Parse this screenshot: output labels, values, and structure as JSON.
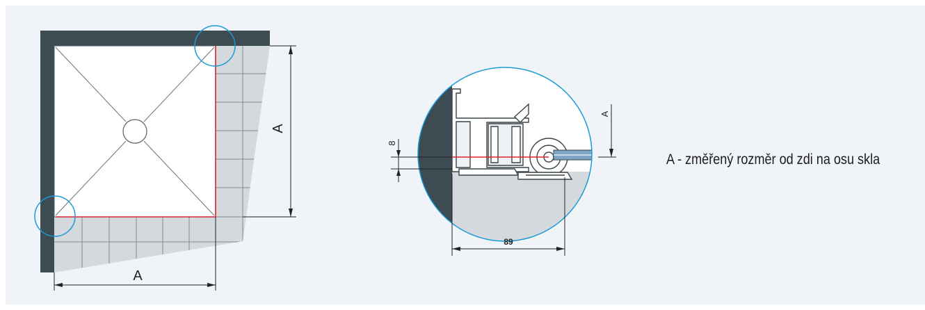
{
  "figure": {
    "plan_view": {
      "dimension_bottom": "A",
      "dimension_right": "A"
    },
    "detail_view": {
      "dimension_small": "8",
      "dimension_width": "89",
      "dimension_right": "A"
    },
    "legend_text": "A - změřený rozměr od zdi na osu skla"
  },
  "colors": {
    "wall": "#3d4b52",
    "tile_shadow": "#d3d9dd",
    "measure_line": "#e0202a",
    "callout_circle": "#1b9ad6",
    "background": "#f0f4f8"
  }
}
